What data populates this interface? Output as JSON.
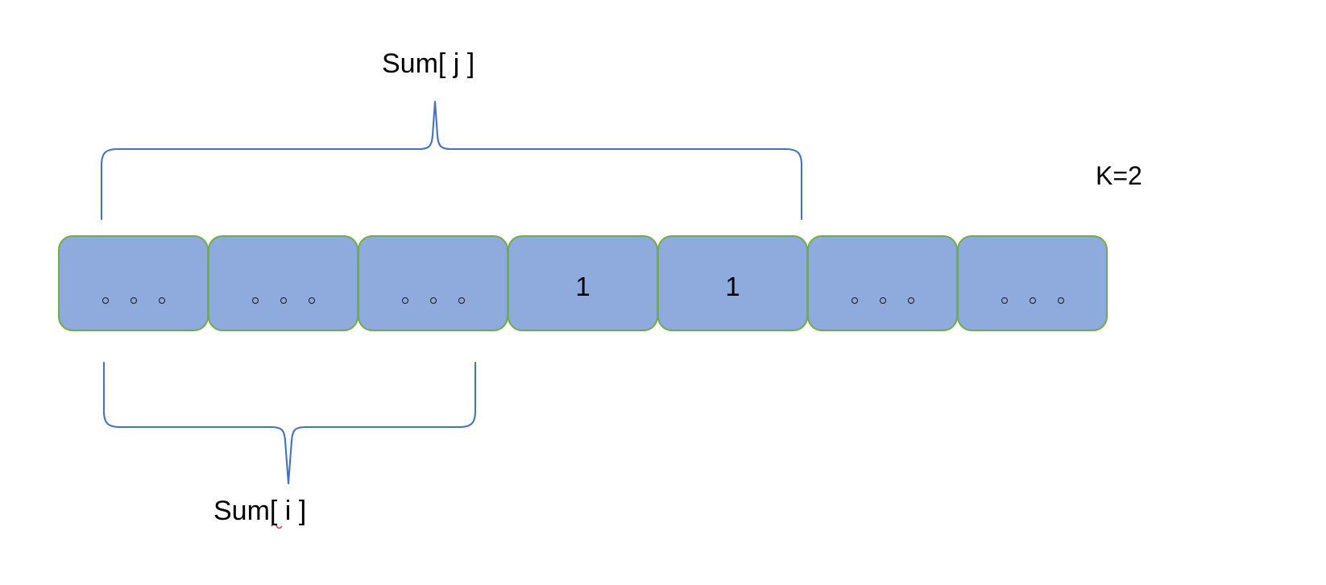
{
  "diagram": {
    "title": "Prefix sum array with K=2 window braces",
    "colors": {
      "cell_fill": "#8FAADC",
      "cell_border": "#70AD47",
      "brace_stroke": "#4472C4",
      "text": "#000000",
      "spellcheck_underline": "#E03C3C",
      "background": "#FFFFFF"
    },
    "array": {
      "cells": [
        {
          "type": "ellipsis",
          "value": "",
          "dots": 3
        },
        {
          "type": "ellipsis",
          "value": "",
          "dots": 3
        },
        {
          "type": "ellipsis",
          "value": "",
          "dots": 3
        },
        {
          "type": "value",
          "value": "1",
          "dots": 0
        },
        {
          "type": "value",
          "value": "1",
          "dots": 0
        },
        {
          "type": "ellipsis",
          "value": "",
          "dots": 3
        },
        {
          "type": "ellipsis",
          "value": "",
          "dots": 3
        }
      ]
    },
    "annotations": {
      "top_brace_label": "Sum[ j ]",
      "bottom_brace_label": "Sum[ i ]",
      "k_label": "K=2"
    }
  }
}
